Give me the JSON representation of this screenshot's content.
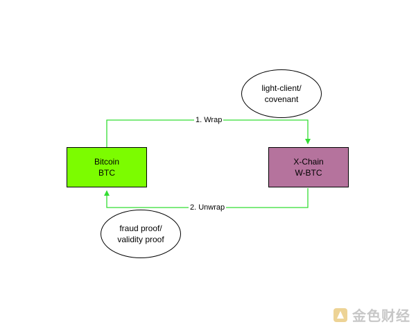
{
  "nodes": {
    "bitcoin": {
      "line1": "Bitcoin",
      "line2": "BTC",
      "fill": "#7cfc00"
    },
    "xchain": {
      "line1": "X-Chain",
      "line2": "W-BTC",
      "fill": "#b5739d"
    }
  },
  "ellipses": {
    "light_client": {
      "line1": "light-client/",
      "line2": "covenant"
    },
    "fraud_proof": {
      "line1": "fraud proof/",
      "line2": "validity proof"
    }
  },
  "edges": {
    "wrap": {
      "label": "1. Wrap",
      "color": "#33dd33"
    },
    "unwrap": {
      "label": "2. Unwrap",
      "color": "#33dd33"
    }
  },
  "watermark": {
    "text": "金色财经",
    "icon": "golden-logo-icon",
    "color": "#e0b040"
  }
}
